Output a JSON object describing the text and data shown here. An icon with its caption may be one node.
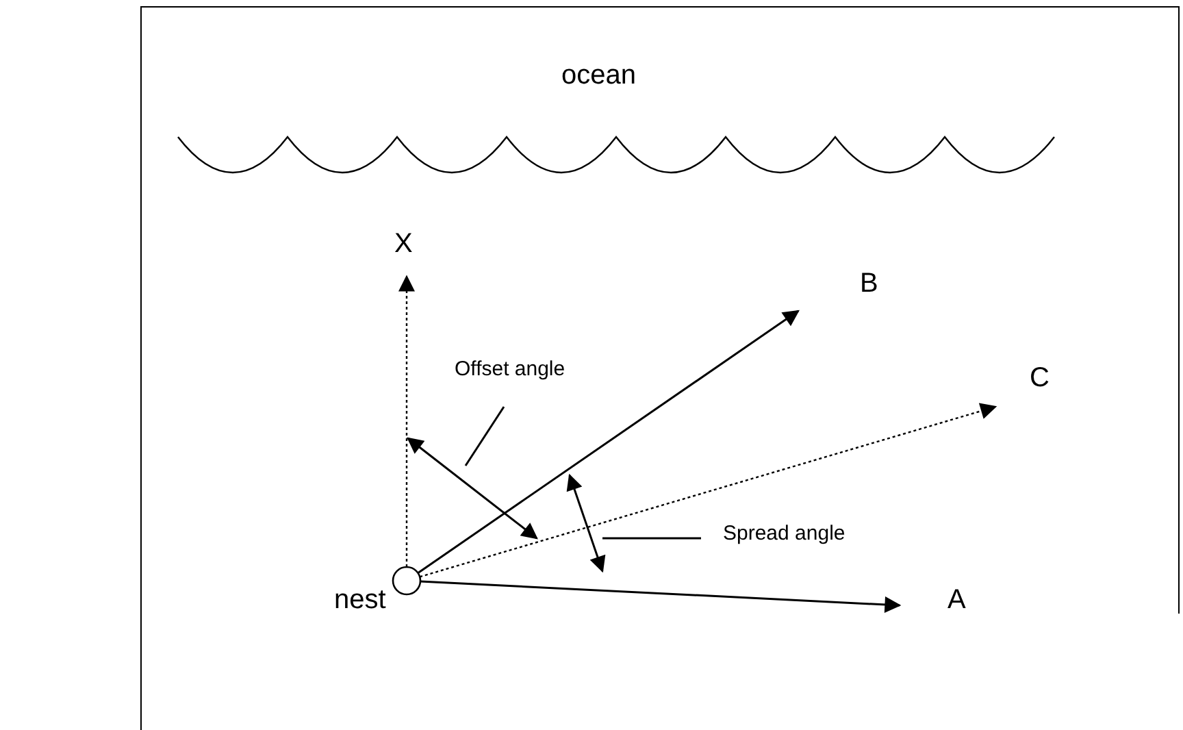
{
  "diagram": {
    "nodes": [
      {
        "text": [],
        "shape": "circle",
        "beside": [
          "nest"
        ]
      },
      {
        "text": [
          "X"
        ]
      },
      {
        "text": [
          "B"
        ]
      },
      {
        "text": [
          "C"
        ]
      },
      {
        "text": [
          "A"
        ]
      },
      {
        "text": [
          "Offset angle"
        ]
      },
      {
        "text": [
          "Spread angle"
        ]
      }
    ],
    "edges": [
      {
        "from": 0,
        "to": 1,
        "arrow": "to",
        "style": "dashed"
      },
      {
        "from": 0,
        "to": 2,
        "arrow": "to"
      },
      {
        "from": 0,
        "to": 3,
        "arrow": "to",
        "style": "dashed"
      },
      {
        "from": 0,
        "to": 4,
        "arrow": "to"
      },
      {
        "from": 5,
        "to": null,
        "arrow": "none"
      },
      {
        "from": 6,
        "to": null,
        "arrow": "none"
      }
    ],
    "labels": [
      "ocean"
    ]
  }
}
